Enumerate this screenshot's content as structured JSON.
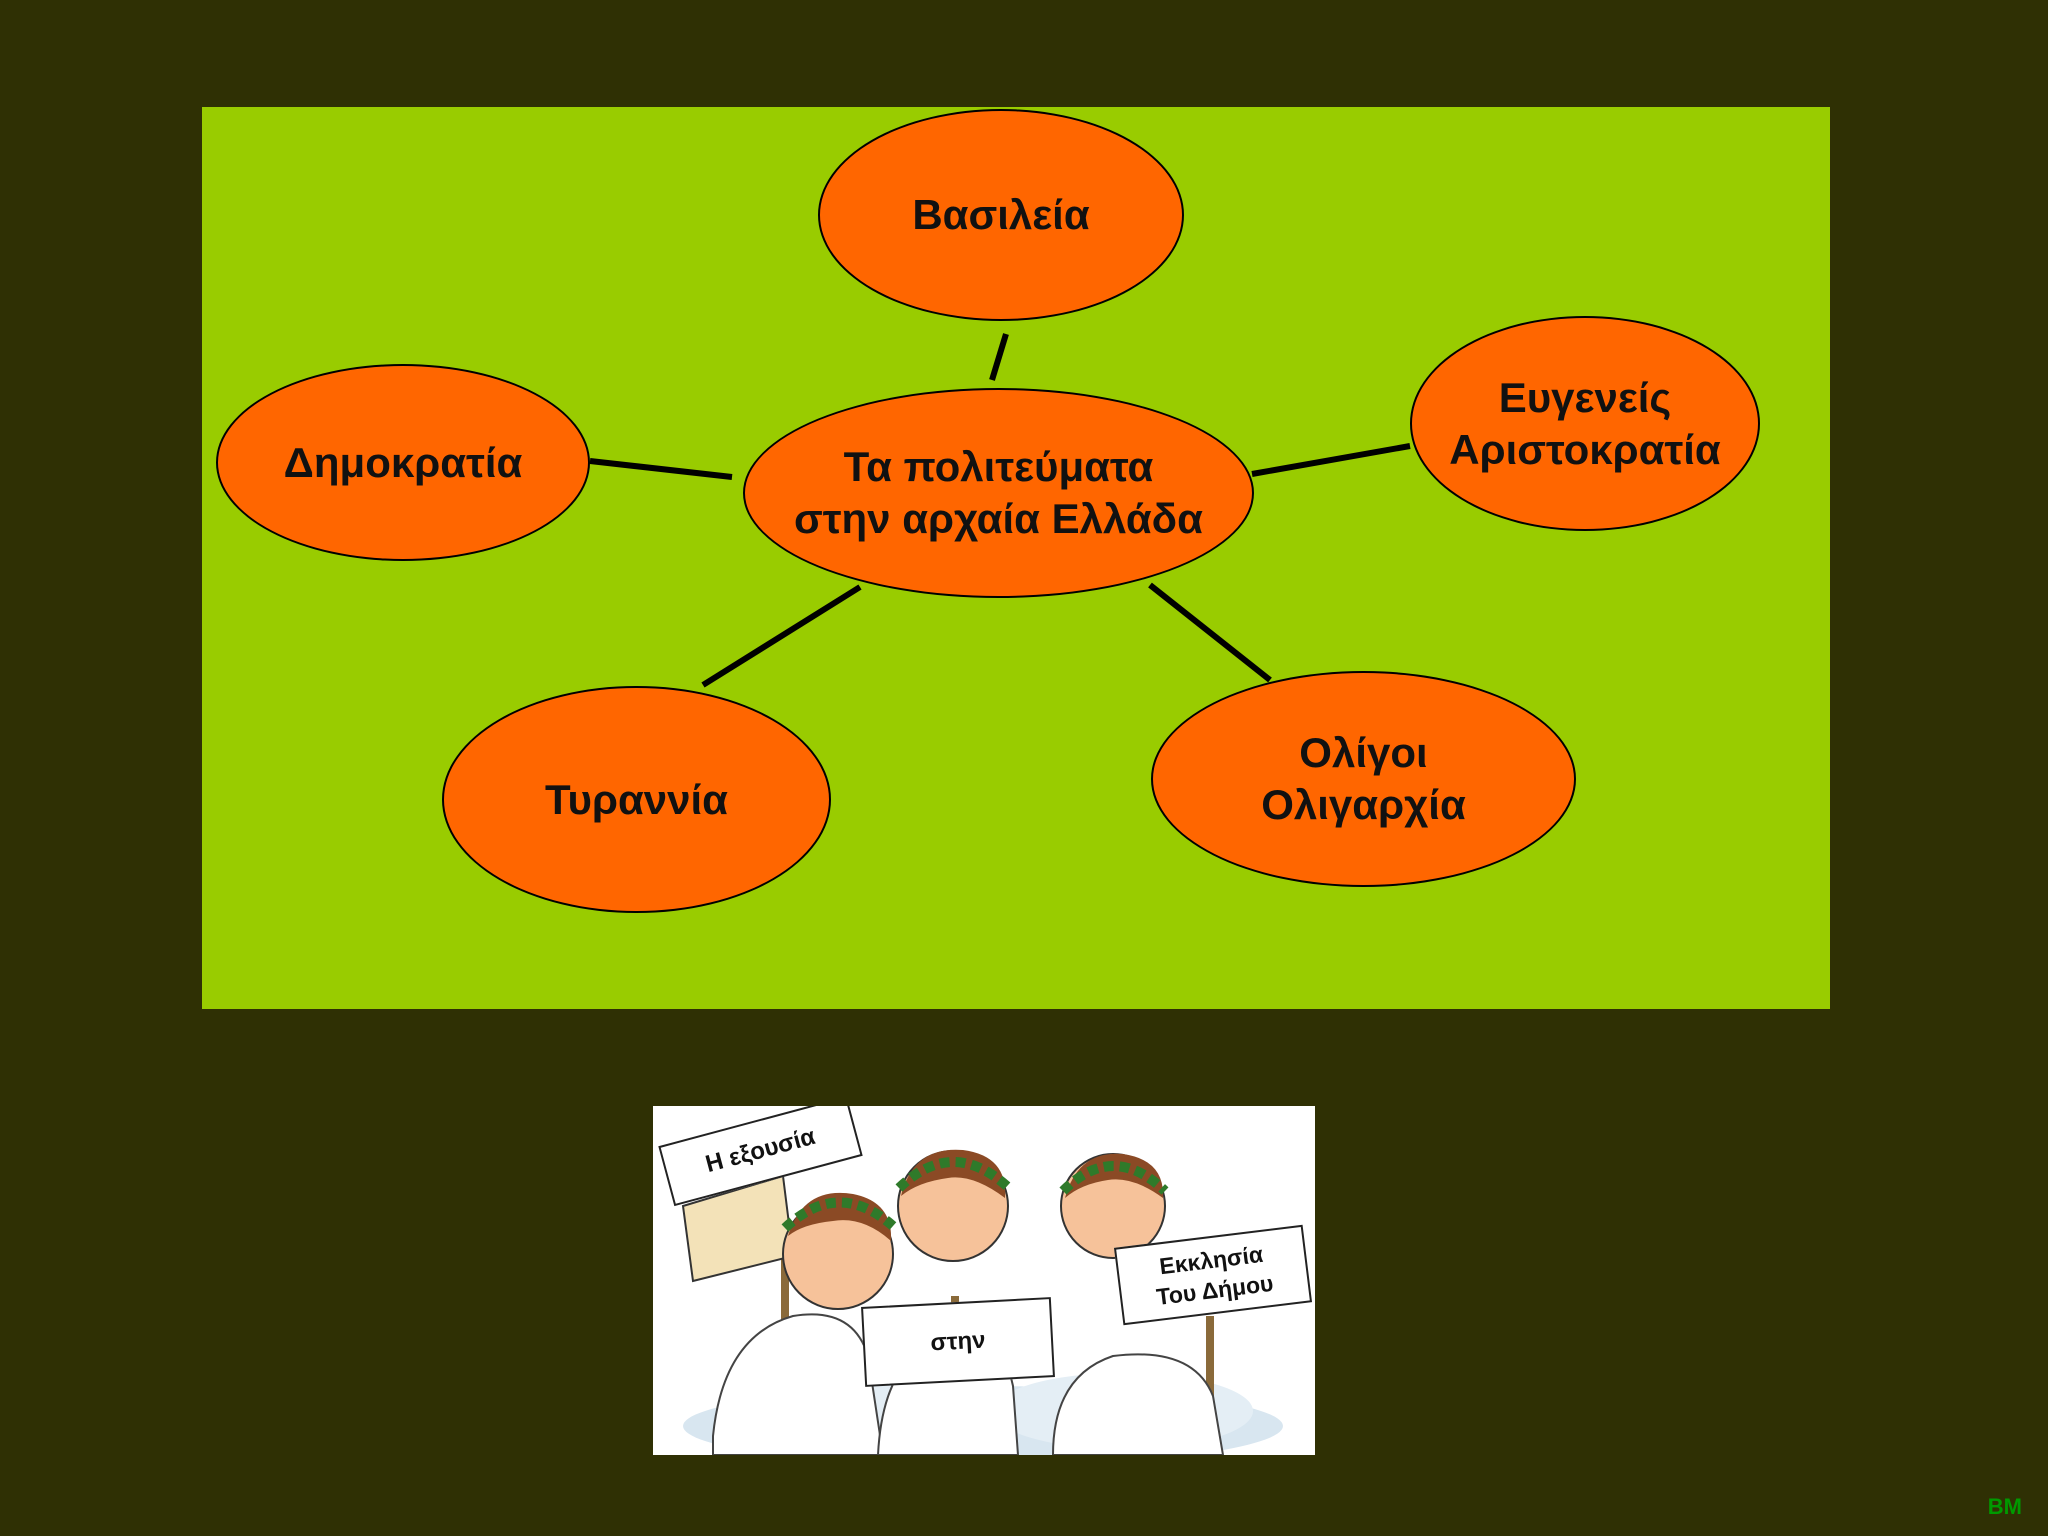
{
  "colors": {
    "background": "#2f3004",
    "panel": "#99cc00",
    "node_fill": "#ff6600",
    "footer_text": "#009900"
  },
  "diagram": {
    "center": "Τα πολιτεύματα\nστην αρχαία Ελλάδα",
    "nodes": {
      "basileia": "Βασιλεία",
      "eugeneis": "Ευγενείς\nΑριστοκρατία",
      "oligoi": "Ολίγοι\nΟλιγαρχία",
      "tyrannia": "Τυραννία",
      "dimokratia": "Δημοκρατία"
    }
  },
  "cartoon": {
    "sign_left": "Η εξουσία",
    "sign_center": "στην",
    "sign_right": "Εκκλησία\nΤου Δήμου"
  },
  "footer": {
    "initials": "BM"
  }
}
